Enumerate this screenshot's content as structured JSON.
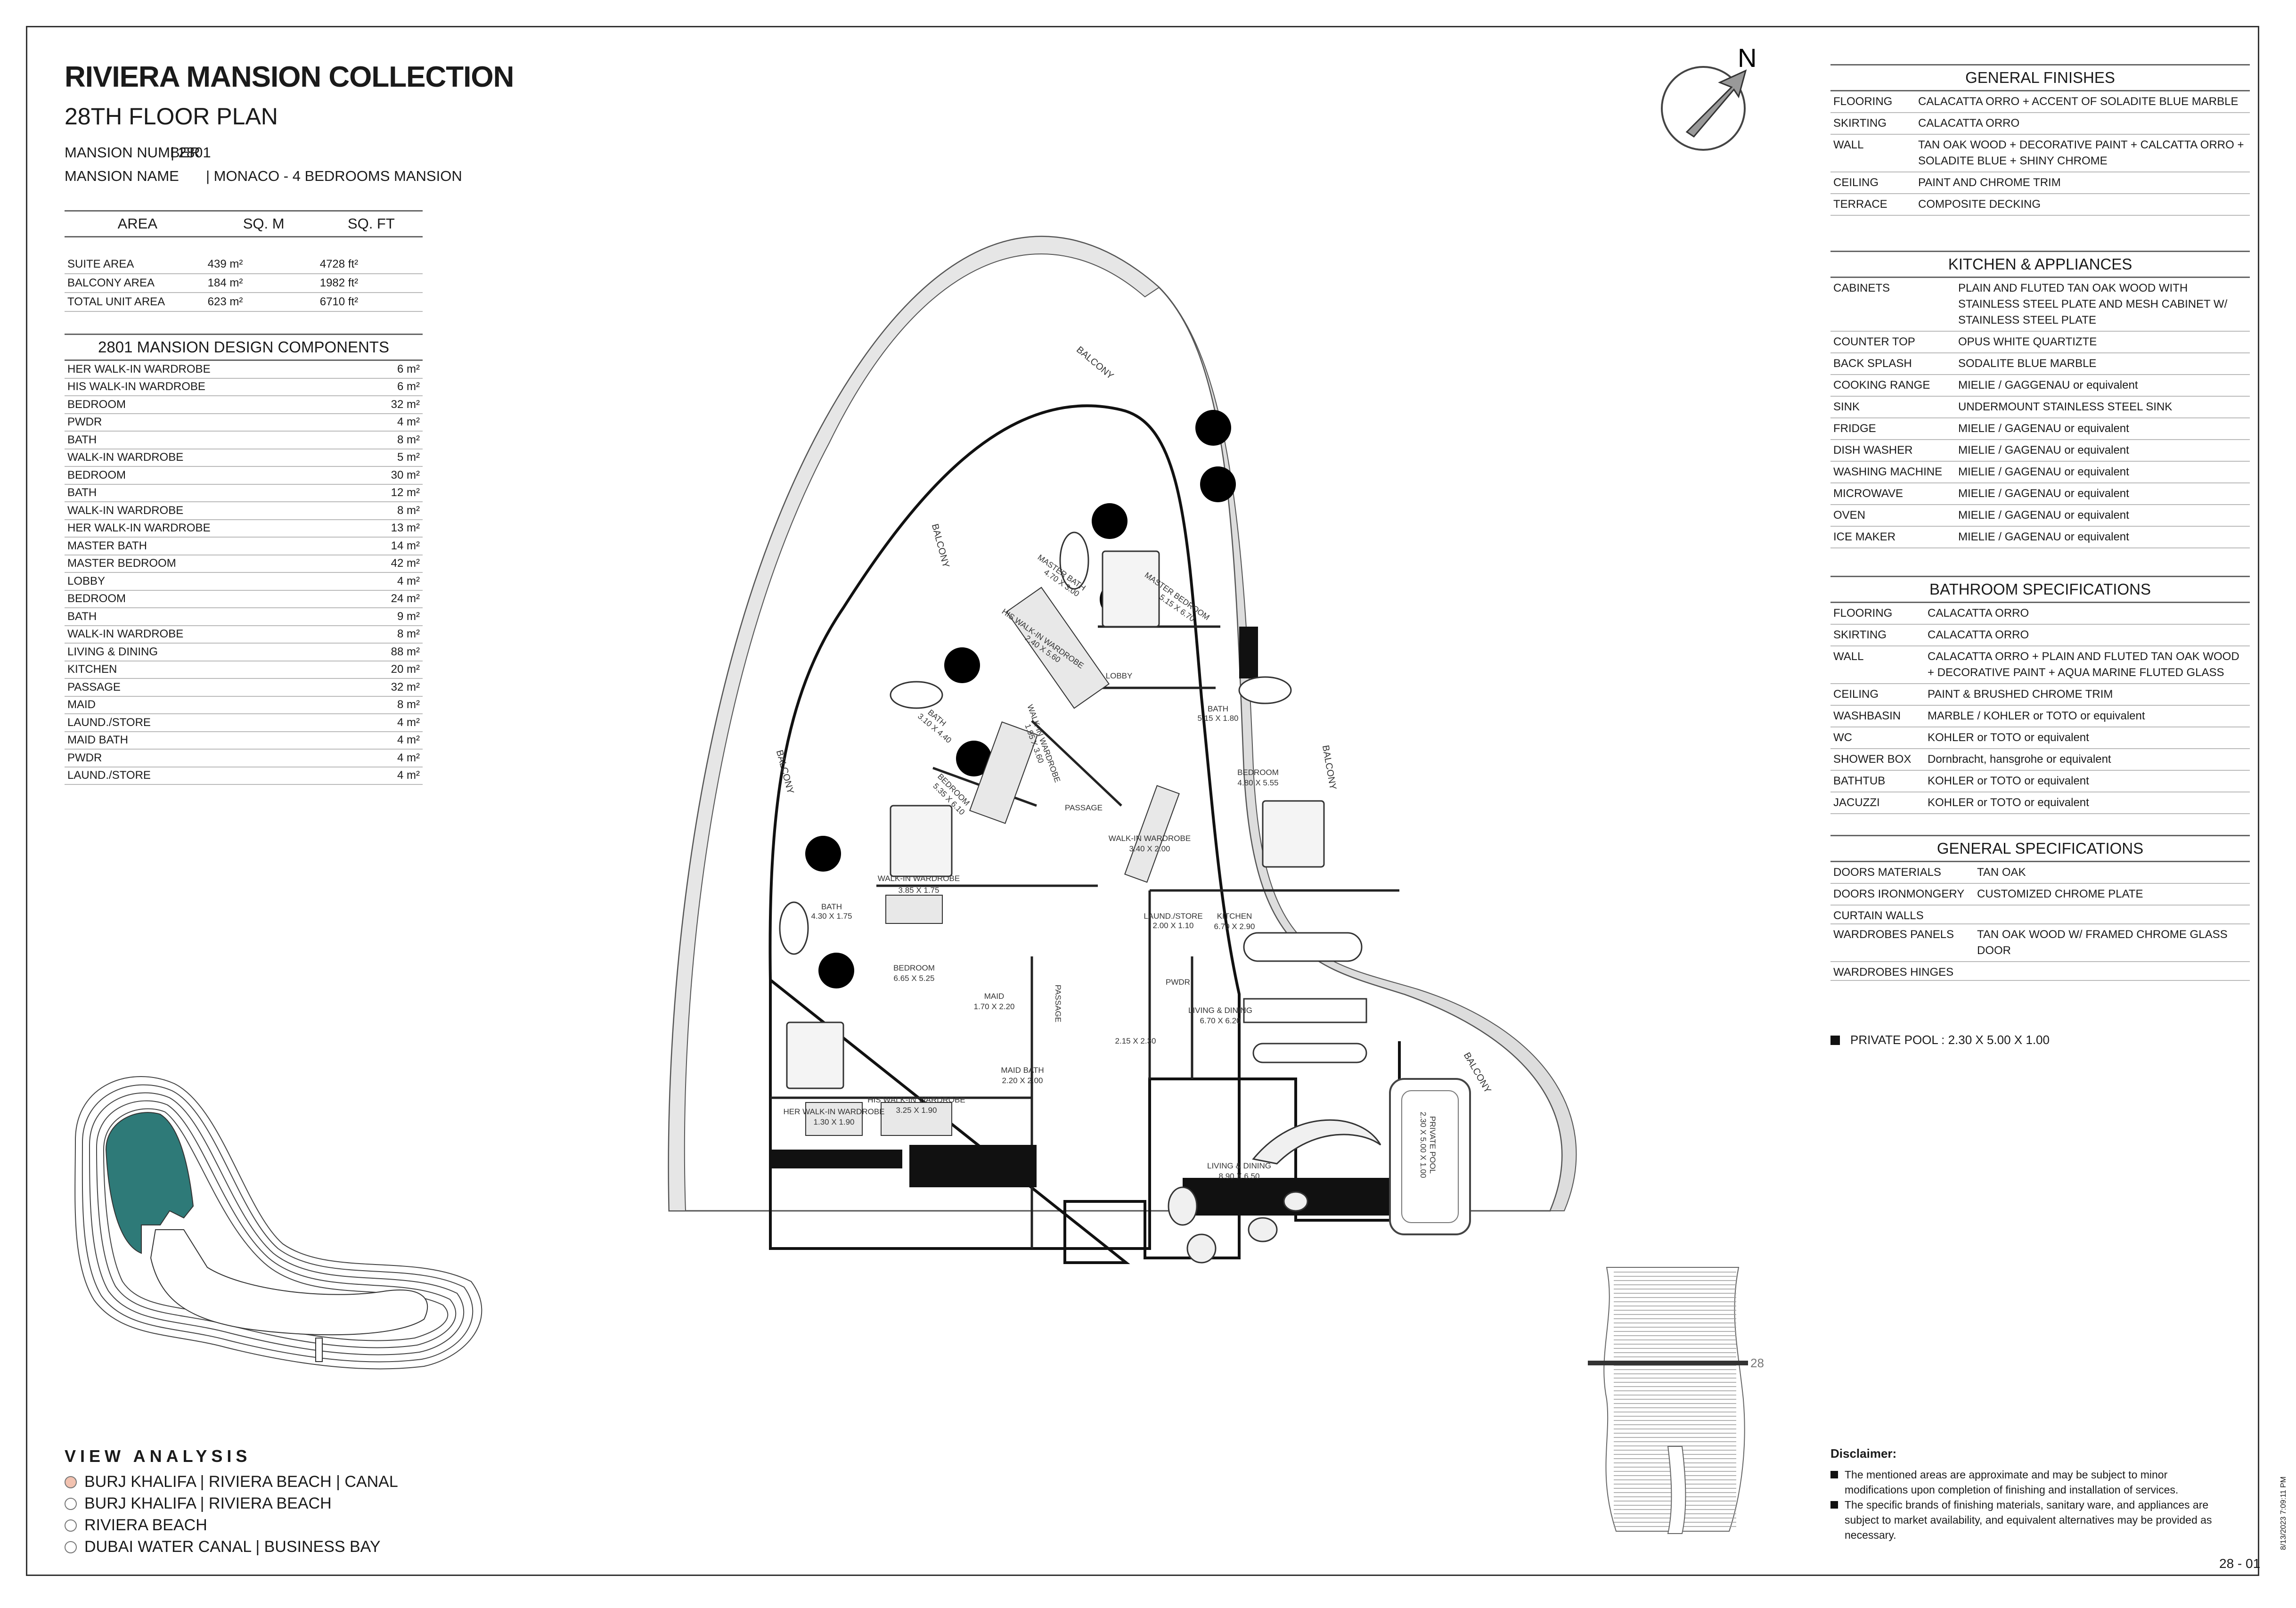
{
  "header": {
    "title": "RIVIERA MANSION COLLECTION",
    "floor": "28TH FLOOR PLAN",
    "mansion_number_label": "MANSION NUMBER",
    "mansion_number_value": "| 2801",
    "mansion_name_label": "MANSION NAME",
    "mansion_name_value": "| MONACO - 4 BEDROOMS MANSION"
  },
  "area_table": {
    "headers": [
      "AREA",
      "SQ. M",
      "SQ. FT"
    ],
    "rows": [
      {
        "name": "SUITE AREA",
        "sqm": "439 m²",
        "sqft": "4728 ft²"
      },
      {
        "name": "BALCONY AREA",
        "sqm": "184 m²",
        "sqft": "1982 ft²"
      },
      {
        "name": "TOTAL UNIT AREA",
        "sqm": "623 m²",
        "sqft": "6710 ft²"
      }
    ]
  },
  "components": {
    "title": "2801 MANSION DESIGN COMPONENTS",
    "rows": [
      {
        "name": "HER WALK-IN WARDROBE",
        "area": "6 m²"
      },
      {
        "name": "HIS WALK-IN WARDROBE",
        "area": "6 m²"
      },
      {
        "name": "BEDROOM",
        "area": "32 m²"
      },
      {
        "name": "PWDR",
        "area": "4 m²"
      },
      {
        "name": "BATH",
        "area": "8 m²"
      },
      {
        "name": "WALK-IN WARDROBE",
        "area": "5 m²"
      },
      {
        "name": "BEDROOM",
        "area": "30 m²"
      },
      {
        "name": "BATH",
        "area": "12 m²"
      },
      {
        "name": "WALK-IN WARDROBE",
        "area": "8 m²"
      },
      {
        "name": "HER WALK-IN WARDROBE",
        "area": "13 m²"
      },
      {
        "name": "MASTER BATH",
        "area": "14 m²"
      },
      {
        "name": "MASTER BEDROOM",
        "area": "42 m²"
      },
      {
        "name": "LOBBY",
        "area": "4 m²"
      },
      {
        "name": "BEDROOM",
        "area": "24 m²"
      },
      {
        "name": "BATH",
        "area": "9 m²"
      },
      {
        "name": "WALK-IN WARDROBE",
        "area": "8 m²"
      },
      {
        "name": "LIVING & DINING",
        "area": "88 m²"
      },
      {
        "name": "KITCHEN",
        "area": "20 m²"
      },
      {
        "name": "PASSAGE",
        "area": "32 m²"
      },
      {
        "name": "MAID",
        "area": "8 m²"
      },
      {
        "name": "LAUND./STORE",
        "area": "4 m²"
      },
      {
        "name": "MAID BATH",
        "area": "4 m²"
      },
      {
        "name": "PWDR",
        "area": "4 m²"
      },
      {
        "name": "LAUND./STORE",
        "area": "4 m²"
      }
    ]
  },
  "general_finishes": {
    "title": "GENERAL FINISHES",
    "rows": [
      {
        "k": "FLOORING",
        "v": "CALACATTA ORRO + ACCENT OF SOLADITE BLUE MARBLE"
      },
      {
        "k": "SKIRTING",
        "v": "CALACATTA ORRO"
      },
      {
        "k": "WALL",
        "v": "TAN OAK WOOD + DECORATIVE PAINT + CALCATTA ORRO + SOLADITE BLUE + SHINY CHROME"
      },
      {
        "k": "CEILING",
        "v": "PAINT AND CHROME TRIM"
      },
      {
        "k": "TERRACE",
        "v": "COMPOSITE DECKING"
      }
    ]
  },
  "kitchen": {
    "title": "KITCHEN & APPLIANCES",
    "rows": [
      {
        "k": "CABINETS",
        "v": "PLAIN AND FLUTED TAN OAK WOOD WITH STAINLESS STEEL PLATE AND MESH CABINET W/ STAINLESS STEEL PLATE"
      },
      {
        "k": "COUNTER TOP",
        "v": "OPUS WHITE QUARTIZTE"
      },
      {
        "k": "BACK SPLASH",
        "v": "SODALITE BLUE MARBLE"
      },
      {
        "k": "COOKING RANGE",
        "v": "MIELIE / GAGGENAU or equivalent"
      },
      {
        "k": "SINK",
        "v": "UNDERMOUNT STAINLESS STEEL SINK"
      },
      {
        "k": "FRIDGE",
        "v": "MIELIE / GAGENAU or equivalent"
      },
      {
        "k": "DISH WASHER",
        "v": "MIELIE / GAGENAU or equivalent"
      },
      {
        "k": "WASHING MACHINE",
        "v": "MIELIE / GAGENAU or equivalent"
      },
      {
        "k": "MICROWAVE",
        "v": "MIELIE / GAGENAU or equivalent"
      },
      {
        "k": "OVEN",
        "v": "MIELIE / GAGENAU or equivalent"
      },
      {
        "k": "ICE MAKER",
        "v": "MIELIE / GAGENAU or equivalent"
      }
    ]
  },
  "bathroom": {
    "title": "BATHROOM SPECIFICATIONS",
    "rows": [
      {
        "k": "FLOORING",
        "v": "CALACATTA ORRO"
      },
      {
        "k": "SKIRTING",
        "v": "CALACATTA ORRO"
      },
      {
        "k": "WALL",
        "v": "CALACATTA ORRO + PLAIN AND FLUTED TAN OAK WOOD + DECORATIVE PAINT + AQUA MARINE FLUTED GLASS"
      },
      {
        "k": "CEILING",
        "v": "PAINT & BRUSHED CHROME TRIM"
      },
      {
        "k": "WASHBASIN",
        "v": "MARBLE / KOHLER or TOTO or equivalent"
      },
      {
        "k": "WC",
        "v": "KOHLER or TOTO or equivalent"
      },
      {
        "k": "SHOWER BOX",
        "v": "Dornbracht, hansgrohe or equivalent"
      },
      {
        "k": "BATHTUB",
        "v": "KOHLER or TOTO or equivalent"
      },
      {
        "k": "JACUZZI",
        "v": "KOHLER or TOTO or equivalent"
      }
    ]
  },
  "general_specs": {
    "title": "GENERAL SPECIFICATIONS",
    "rows": [
      {
        "k": "DOORS MATERIALS",
        "v": "TAN OAK"
      },
      {
        "k": "DOORS IRONMONGERY",
        "v": "CUSTOMIZED CHROME PLATE"
      },
      {
        "k": "CURTAIN WALLS",
        "v": ""
      },
      {
        "k": "WARDROBES PANELS",
        "v": "TAN OAK WOOD W/ FRAMED CHROME GLASS DOOR"
      },
      {
        "k": "WARDROBES HINGES",
        "v": ""
      }
    ]
  },
  "pool_note": "PRIVATE POOL : 2.30 X 5.00 X 1.00",
  "view_analysis": {
    "title": "VIEW ANALYSIS",
    "items": [
      {
        "label": "BURJ KHALIFA | RIVIERA BEACH | CANAL",
        "color": "#f2c2b0"
      },
      {
        "label": "BURJ KHALIFA | RIVIERA BEACH",
        "color": "#ffffff"
      },
      {
        "label": "RIVIERA BEACH",
        "color": "#ffffff"
      },
      {
        "label": "DUBAI WATER CANAL | BUSINESS BAY",
        "color": "#ffffff"
      }
    ]
  },
  "disclaimer": {
    "title": "Disclaimer:",
    "items": [
      "The mentioned areas are approximate and may be subject to minor modifications  upon completion of finishing and installation of services.",
      "The specific brands of finishing materials, sanitary ware, and appliances are subject to market availability, and equivalent alternatives may be provided as necessary."
    ]
  },
  "compass_label": "N",
  "floor_marker": "28",
  "page_number": "28 - 01",
  "print_stamp": "8/13/2023 7:09:11 PM",
  "plan_labels": {
    "balcony": "BALCONY",
    "master_bath": "MASTER BATH",
    "master_bath_dim": "4.70 X 3.00",
    "master_bedroom": "MASTER BEDROOM",
    "master_bedroom_dim": "5.15 X 6.70",
    "his_walk_in": "HIS WALK-IN WARDROBE",
    "his_walk_in_dim": "2.40 X 5.60",
    "lobby": "LOBBY",
    "bath_a": "BATH",
    "bath_a_dim": "3.10 X 4.40",
    "walk_in_a": "WALK-IN WARDROBE",
    "walk_in_a_dim": "1.95 X 3.60",
    "bedroom_a": "BEDROOM",
    "bedroom_a_dim": "5.35 X 6.10",
    "bath_b": "BATH",
    "bath_b_dim": "5.15 X 1.80",
    "bedroom_b": "BEDROOM",
    "bedroom_b_dim": "4.80 X 5.55",
    "walk_in_b": "WALK-IN WARDROBE",
    "walk_in_b_dim": "3.40 X 2.00",
    "passage": "PASSAGE",
    "bath_c": "BATH",
    "bath_c_dim": "4.30 X 1.75",
    "walk_in_c": "WALK-IN WARDROBE",
    "walk_in_c_dim": "3.85 X 1.75",
    "kitchen": "KITCHEN",
    "kitchen_dim": "6.70 X 2.90",
    "laund_store": "LAUND./STORE",
    "laund_store_dim": "2.00 X 1.10",
    "pwdr": "PWDR",
    "bedroom_c": "BEDROOM",
    "bedroom_c_dim": "6.65 X 5.25",
    "maid": "MAID",
    "maid_dim": "1.70 X 2.20",
    "living_dining_1": "LIVING & DINING",
    "living_dining_1_dim": "6.70 X 6.20",
    "dim_215": "2.15 X 2.30",
    "maid_bath": "MAID BATH",
    "maid_bath_dim": "2.20 X 2.00",
    "her_walk_in": "HER WALK-IN WARDROBE",
    "her_walk_in_dim": "1.30 X 1.90",
    "his_walk_in_b": "HIS WALK-IN WARDROBE",
    "his_walk_in_b_dim": "3.25 X 1.90",
    "living_dining_2": "LIVING & DINING",
    "living_dining_2_dim": "8.90 X 6.50",
    "private_pool": "PRIVATE POOL",
    "private_pool_dim": "2.30 X 5.00 X 1.00"
  }
}
